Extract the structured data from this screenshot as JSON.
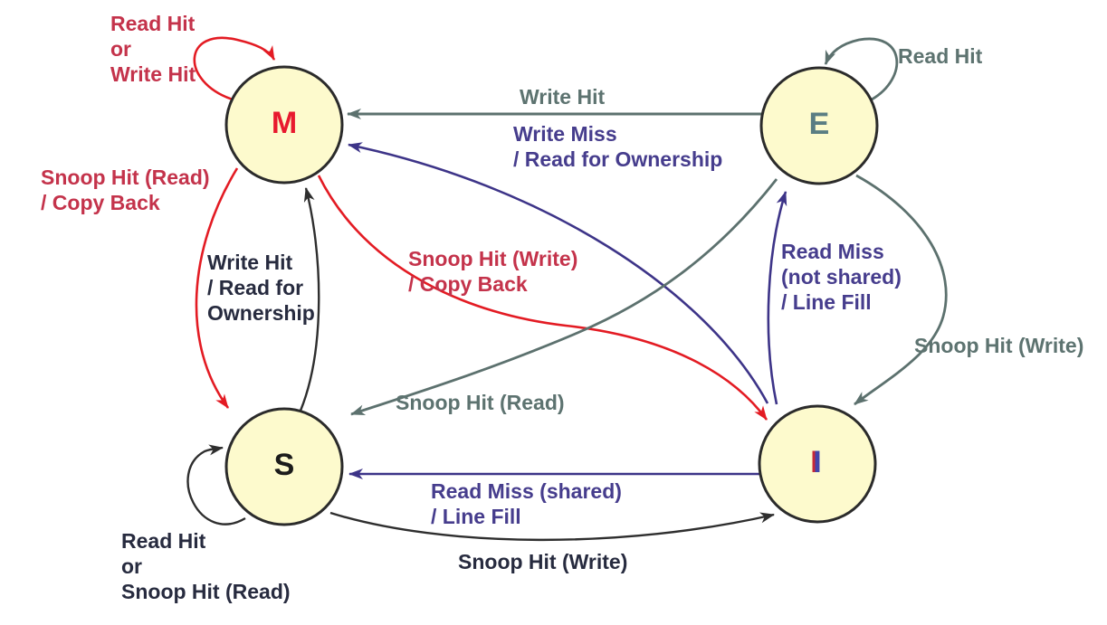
{
  "diagram_type": "state-machine",
  "states": {
    "m": {
      "label": "M",
      "color": "#e8192e"
    },
    "e": {
      "label": "E",
      "color": "#5a7d83"
    },
    "s": {
      "label": "S",
      "color": "#1b1b1b"
    },
    "i": {
      "label": "I",
      "color": "#4444aa"
    }
  },
  "transitions": [
    {
      "id": "m-self",
      "from": "M",
      "to": "M",
      "text": "Read Hit\nor\nWrite Hit",
      "color": "red"
    },
    {
      "id": "e-self",
      "from": "E",
      "to": "E",
      "text": "Read Hit",
      "color": "gray"
    },
    {
      "id": "e-to-m",
      "from": "E",
      "to": "M",
      "text": "Write Hit",
      "color": "gray"
    },
    {
      "id": "i-to-m",
      "from": "I",
      "to": "M",
      "text": "Write Miss\n/ Read for Ownership",
      "color": "purple"
    },
    {
      "id": "m-to-s",
      "from": "M",
      "to": "S",
      "text": "Snoop Hit (Read)\n/ Copy Back",
      "color": "red"
    },
    {
      "id": "s-to-m",
      "from": "S",
      "to": "M",
      "text": "Write Hit\n/ Read for\nOwnership",
      "color": "black"
    },
    {
      "id": "m-to-i",
      "from": "M",
      "to": "I",
      "text": "Snoop Hit (Write)\n/ Copy Back",
      "color": "red"
    },
    {
      "id": "e-to-s",
      "from": "E",
      "to": "S",
      "text": "Snoop Hit (Read)",
      "color": "gray"
    },
    {
      "id": "i-to-e",
      "from": "I",
      "to": "E",
      "text": "Read Miss\n(not shared)\n/ Line Fill",
      "color": "purple"
    },
    {
      "id": "e-to-i",
      "from": "E",
      "to": "I",
      "text": "Snoop Hit (Write)",
      "color": "gray"
    },
    {
      "id": "i-to-s",
      "from": "I",
      "to": "S",
      "text": "Read Miss (shared)\n/ Line Fill",
      "color": "purple"
    },
    {
      "id": "s-to-i",
      "from": "S",
      "to": "I",
      "text": "Snoop Hit (Write)",
      "color": "black"
    },
    {
      "id": "s-self",
      "from": "S",
      "to": "S",
      "text": "Read Hit\nor\nSnoop Hit (Read)",
      "color": "black"
    }
  ],
  "colors": {
    "red_arrow": "#e31b23",
    "crimson_text": "#c4334b",
    "gray_arrow": "#5c716e",
    "gray_text": "#5d7370",
    "purple_arrow": "#3d3488",
    "purple_text": "#463d8d",
    "black_arrow": "#2e2e2e",
    "dark_text": "#272b3f",
    "state_fill": "#fdfacd",
    "state_border": "#2b2b2b"
  }
}
